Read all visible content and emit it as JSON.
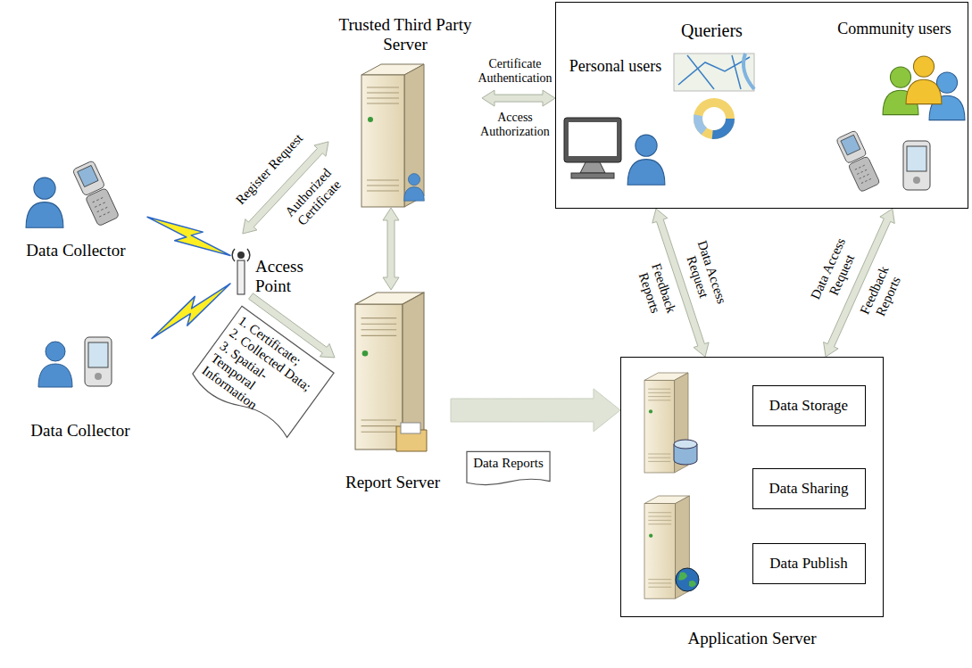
{
  "diagram": {
    "nodes": [
      {
        "text": [
          "Trusted Third Party Server"
        ]
      },
      {
        "text": [
          "Queriers"
        ]
      },
      {
        "text": [
          "Personal users"
        ],
        "in": 1
      },
      {
        "text": [
          "Community users"
        ],
        "in": 1
      },
      {
        "text": [
          "Data Collector"
        ]
      },
      {
        "text": [
          "Access Point"
        ]
      },
      {
        "text": [
          "Data Collector"
        ]
      },
      {
        "text": [
          "1. Certificate;",
          "2. Collected Data;",
          "3. Spatial-Temporal Information"
        ]
      },
      {
        "text": [
          "Report Server"
        ]
      },
      {
        "text": [
          "Data Reports"
        ]
      },
      {
        "text": [
          "Application Server"
        ]
      },
      {
        "text": [
          "Data Storage"
        ],
        "in": 10
      },
      {
        "text": [
          "Data Sharing"
        ],
        "in": 10
      },
      {
        "text": [
          "Data Publish"
        ],
        "in": 10
      }
    ],
    "edges": [
      {
        "from": 5,
        "to": 0,
        "arrow": "both",
        "label": "Register Request"
      },
      {
        "from": 0,
        "to": 1,
        "arrow": "both",
        "label": "Certificate Authentication"
      },
      {
        "from": 0,
        "to": 8,
        "arrow": "both"
      },
      {
        "from": 4,
        "to": 5,
        "arrow": "none"
      },
      {
        "from": 6,
        "to": 5,
        "arrow": "none"
      },
      {
        "from": 5,
        "to": 8,
        "arrow": "to"
      },
      {
        "from": 1,
        "to": 10,
        "arrow": "both",
        "label": "Data Access Request"
      },
      {
        "from": 1,
        "to": 10,
        "arrow": "both",
        "label": "Data Access Request"
      },
      {
        "from": 8,
        "to": 10,
        "arrow": "to"
      }
    ],
    "labels": [
      "Authorized Certificate",
      "Access Authorization",
      "Feedback Reports",
      "Feedback Reports"
    ]
  }
}
